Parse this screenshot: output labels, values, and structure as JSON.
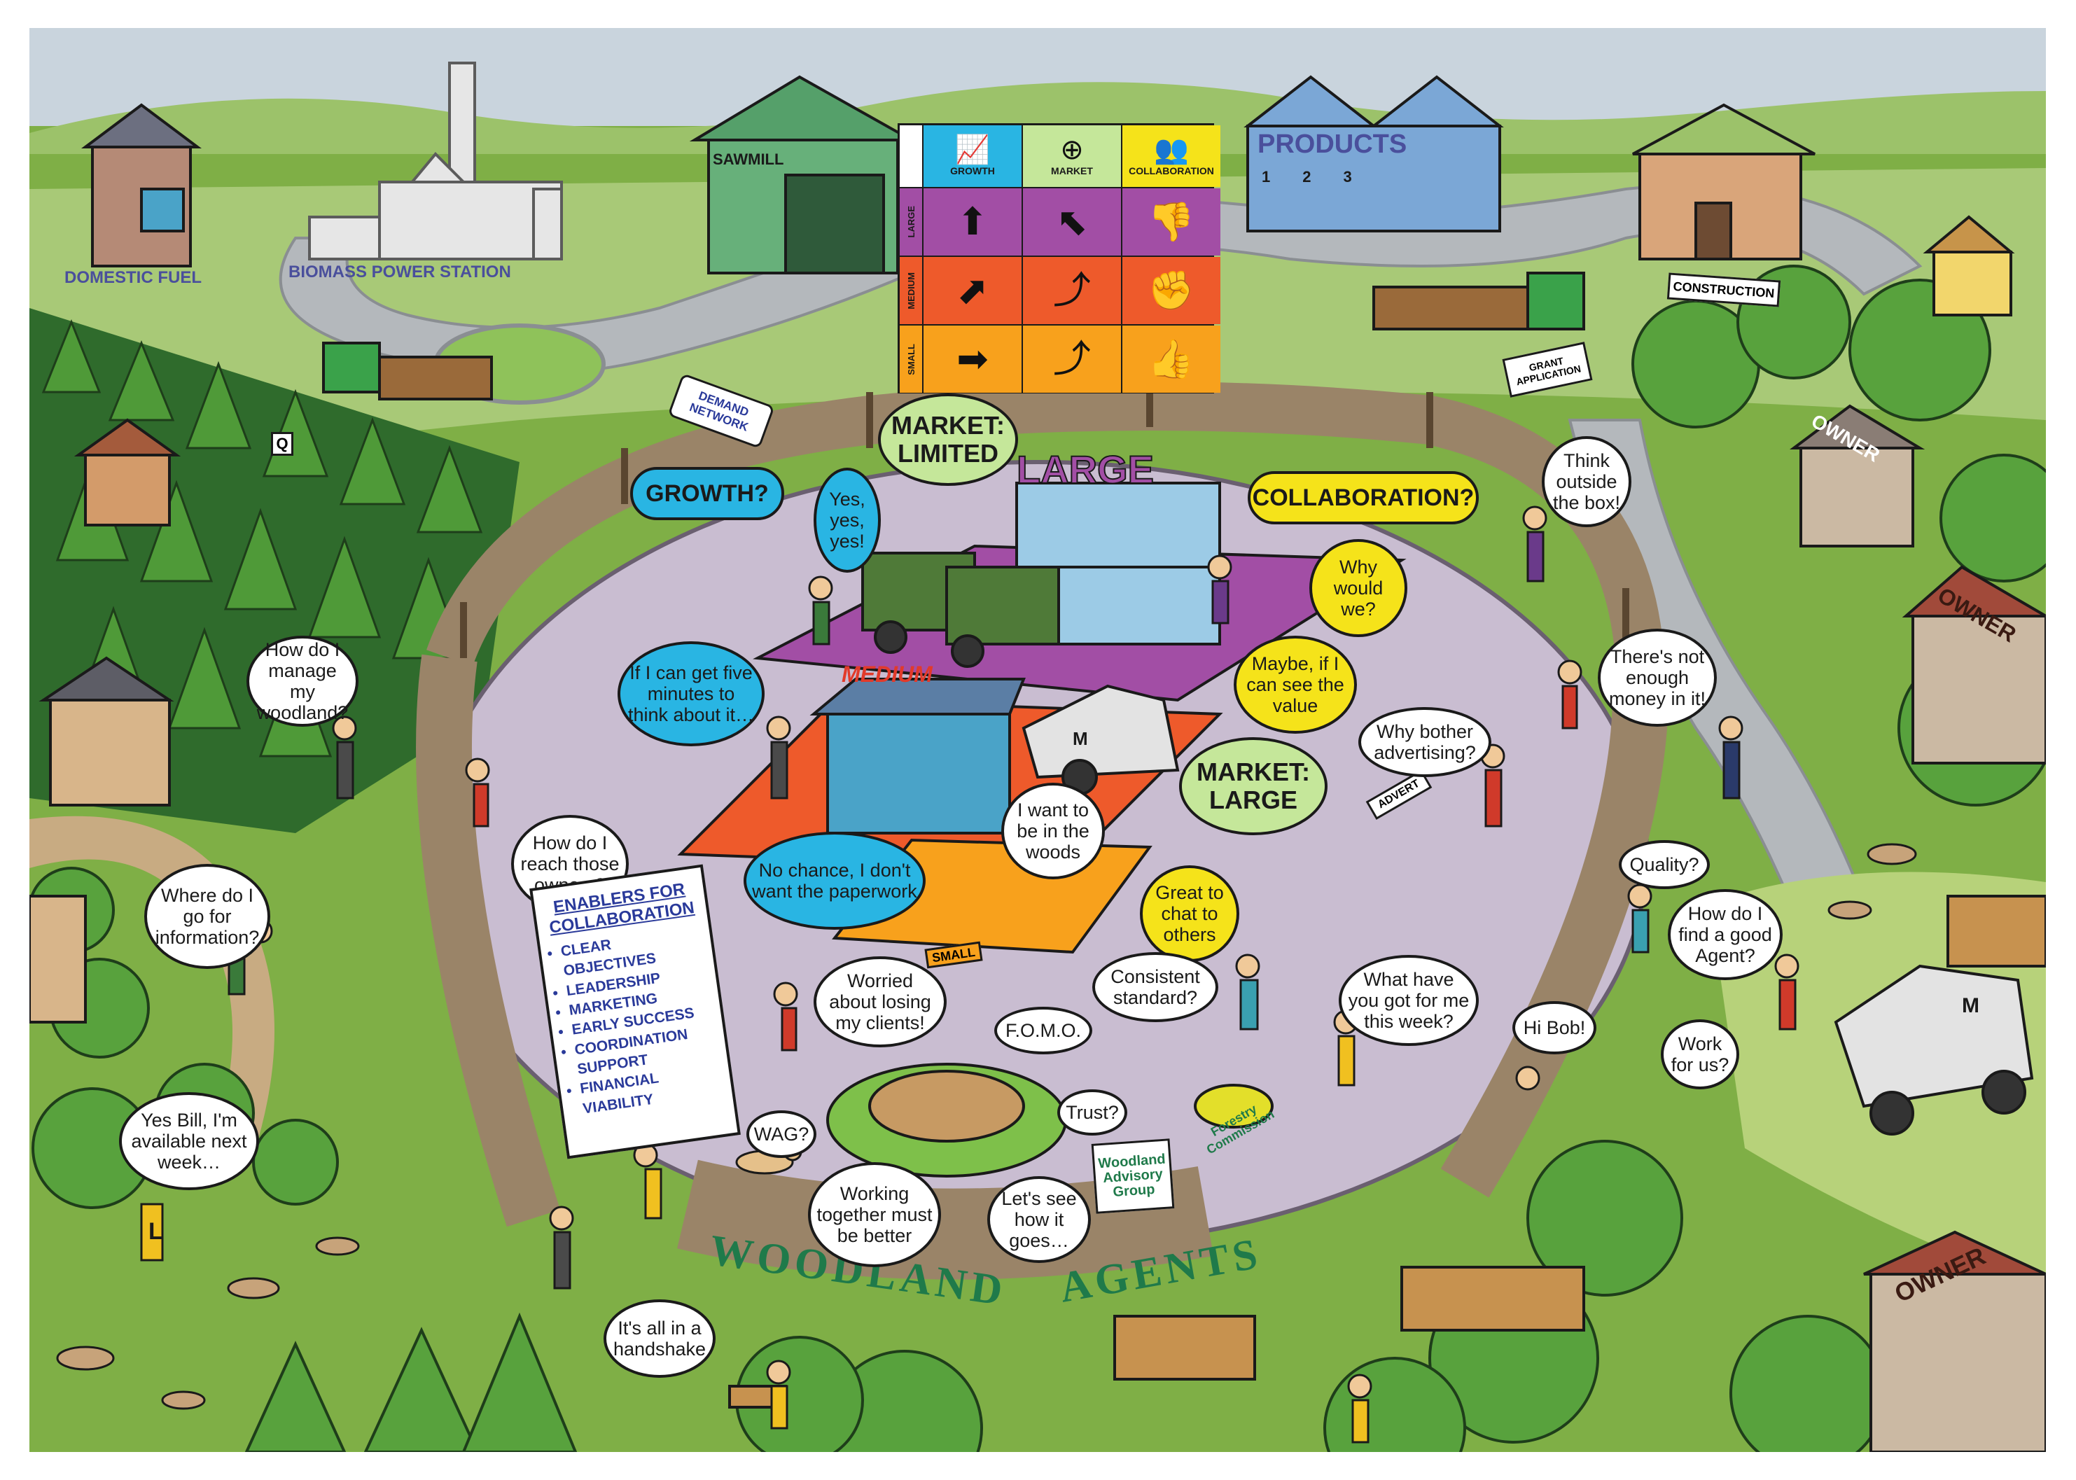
{
  "places": {
    "domestic_fuel": "DOMESTIC FUEL",
    "biomass": "BIOMASS POWER STATION",
    "sawmill": "SAWMILL",
    "products": "PRODUCTS",
    "products_doors": [
      "1",
      "2",
      "3"
    ],
    "construction": "CONSTRUCTION",
    "grant": "GRANT APPLICATION",
    "demand_network": "DEMAND NETWORK",
    "owner": "OWNER",
    "wag": "Woodland Advisory Group",
    "forestry": "Forestry Commission",
    "woodland_agents": [
      "WOODLAND",
      "AGENTS"
    ],
    "sign_q": "Q",
    "advert": "ADVERT",
    "small": "SMALL",
    "large": "LARGE",
    "medium": "MEDIUM",
    "sign_m": "M",
    "sign_l": "L"
  },
  "matrix": {
    "headers": [
      "GROWTH",
      "MARKET",
      "COLLABORATION"
    ],
    "rows": [
      {
        "label": "LARGE",
        "color": "#a24ea5",
        "symbols": [
          "⬆",
          "⬉",
          "👎"
        ]
      },
      {
        "label": "MEDIUM",
        "color": "#ee5a2b",
        "symbols": [
          "⬈",
          "⤴",
          "✊"
        ]
      },
      {
        "label": "SMALL",
        "color": "#f8a11c",
        "symbols": [
          "➡",
          "⤴",
          "👍"
        ]
      }
    ],
    "header_colors": [
      "#29b5e3",
      "#c5e79a",
      "#f5e31a"
    ],
    "header_icons": [
      "chart-up-icon",
      "globe-icon",
      "two-heads-icon"
    ]
  },
  "pills": {
    "growth": "GROWTH?",
    "collab": "COLLABORATION?",
    "market_limited": "MARKET: LIMITED",
    "market_large": "MARKET: LARGE"
  },
  "bubbles": {
    "yes": "Yes, yes, yes!",
    "five_minutes": "If I can get five minutes to think about it…",
    "why_would_we": "Why would we?",
    "maybe": "Maybe, if I can see the value",
    "no_chance": "No chance, I don't want the paperwork",
    "great_chat": "Great to chat to others",
    "want_woods": "I want to be in the woods",
    "think_outside": "Think outside the box!",
    "not_enough": "There's not enough money in it!",
    "why_bother": "Why bother advertising?",
    "quality": "Quality?",
    "good_agent": "How do I find a good Agent?",
    "work_for_us": "Work for us?",
    "hi_bob": "Hi Bob!",
    "what_got": "What have you got for me this week?",
    "consistent": "Consistent standard?",
    "trust": "Trust?",
    "lets_see": "Let's see how it goes…",
    "working_together": "Working together must be better",
    "wag_q": "WAG?",
    "fomo": "F.O.M.O.",
    "worried": "Worried about losing my clients!",
    "handshake": "It's all in a handshake",
    "yes_bill": "Yes Bill, I'm available next week…",
    "where_info": "Where do I go for information?",
    "reach_owners": "How do I reach those owners?",
    "manage_woodland": "How do I manage my woodland?"
  },
  "enablers": {
    "title": "ENABLERS FOR COLLABORATION",
    "items": [
      "CLEAR OBJECTIVES",
      "LEADERSHIP",
      "MARKETING",
      "EARLY SUCCESS",
      "COORDINATION SUPPORT",
      "FINANCIAL VIABILITY"
    ]
  },
  "colors": {
    "grass": "#7faf46",
    "road": "#b4b8bc",
    "arena": "#c9bdd1",
    "fence": "#9a8468",
    "tree_dark": "#2f6b2c",
    "tree_light": "#58a23d",
    "place_label": "#4a4f9c"
  }
}
